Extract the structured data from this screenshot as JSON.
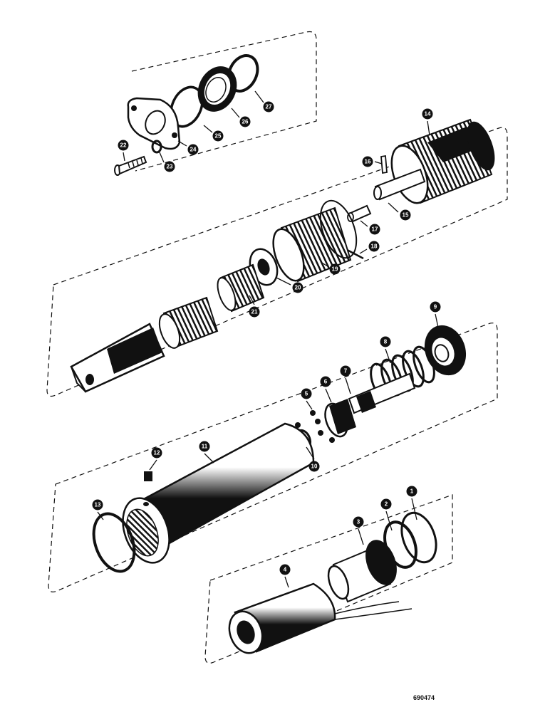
{
  "figure": {
    "id": "690474"
  },
  "callouts": [
    {
      "name": "callout-1",
      "label": "1"
    },
    {
      "name": "callout-2",
      "label": "2"
    },
    {
      "name": "callout-3",
      "label": "3"
    },
    {
      "name": "callout-4",
      "label": "4"
    },
    {
      "name": "callout-5",
      "label": "5"
    },
    {
      "name": "callout-6",
      "label": "6"
    },
    {
      "name": "callout-7",
      "label": "7"
    },
    {
      "name": "callout-8",
      "label": "8"
    },
    {
      "name": "callout-9",
      "label": "9"
    },
    {
      "name": "callout-10",
      "label": "10"
    },
    {
      "name": "callout-11",
      "label": "11"
    },
    {
      "name": "callout-12",
      "label": "12"
    },
    {
      "name": "callout-13",
      "label": "13"
    },
    {
      "name": "callout-14",
      "label": "14"
    },
    {
      "name": "callout-15",
      "label": "15"
    },
    {
      "name": "callout-16",
      "label": "16"
    },
    {
      "name": "callout-17",
      "label": "17"
    },
    {
      "name": "callout-18",
      "label": "18"
    },
    {
      "name": "callout-19",
      "label": "19"
    },
    {
      "name": "callout-20",
      "label": "20"
    },
    {
      "name": "callout-21",
      "label": "21"
    },
    {
      "name": "callout-22",
      "label": "22"
    },
    {
      "name": "callout-23",
      "label": "23"
    },
    {
      "name": "callout-24",
      "label": "24"
    },
    {
      "name": "callout-25",
      "label": "25"
    },
    {
      "name": "callout-26",
      "label": "26"
    },
    {
      "name": "callout-27",
      "label": "27"
    }
  ],
  "colors": {
    "ink": "#111111",
    "paper": "#ffffff"
  }
}
